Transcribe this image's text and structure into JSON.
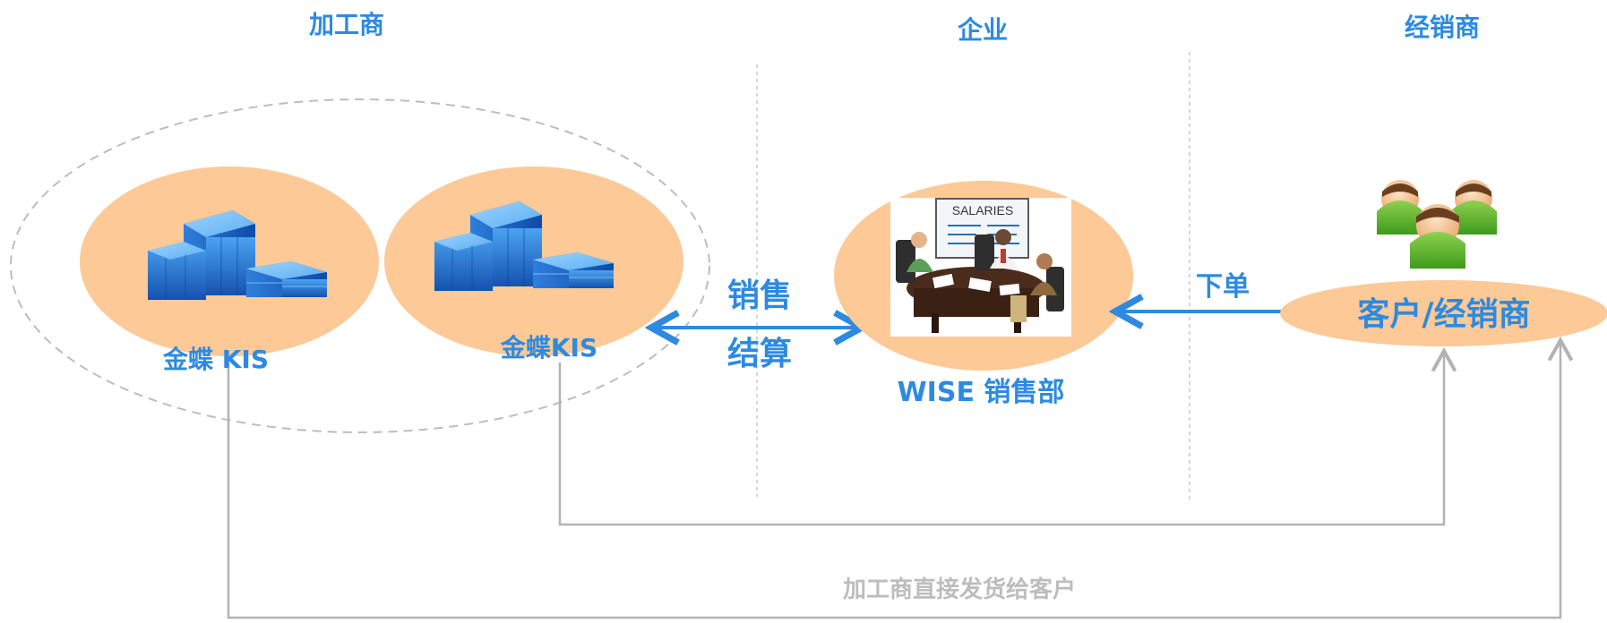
{
  "headers": {
    "processor": "加工商",
    "enterprise": "企业",
    "dealer": "经销商"
  },
  "nodes": {
    "kis1_label": "金蝶 KIS",
    "kis2_label": "金蝶KIS",
    "wise_label": "WISE 销售部",
    "customer_label": "客户/经销商",
    "salaries_sign": "SALARIES"
  },
  "edges": {
    "sales_line1": "销售",
    "sales_line2": "结算",
    "order_label": "下单",
    "ship_label": "加工商直接发货给客户"
  },
  "colors": {
    "accent_blue": "#2d8ae0",
    "node_fill": "#fcc997",
    "grey_line": "#b3b3b3",
    "building_blue": "#1f6fcf"
  }
}
